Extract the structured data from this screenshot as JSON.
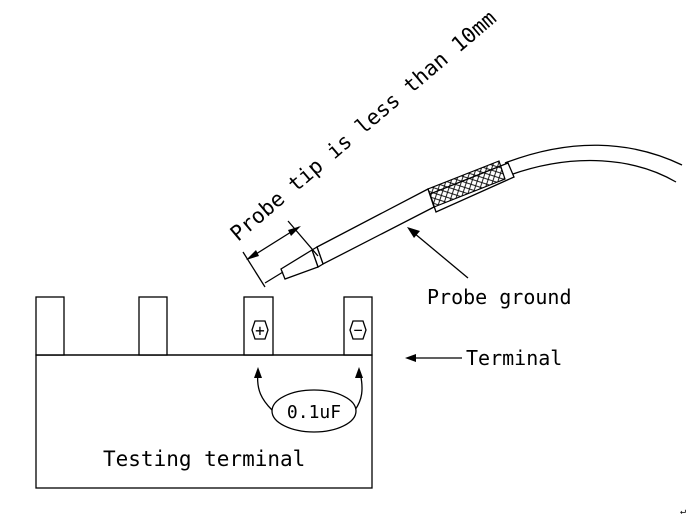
{
  "labels": {
    "probe_tip_note": "Probe tip is less than 10mm",
    "probe_ground": "Probe ground",
    "terminal": "Terminal",
    "capacitor": "0.1uF",
    "testing_terminal": "Testing terminal",
    "plus_symbol": "+",
    "minus_symbol": "−",
    "return_mark": "↵"
  },
  "colors": {
    "line": "#000000",
    "background": "#ffffff"
  }
}
